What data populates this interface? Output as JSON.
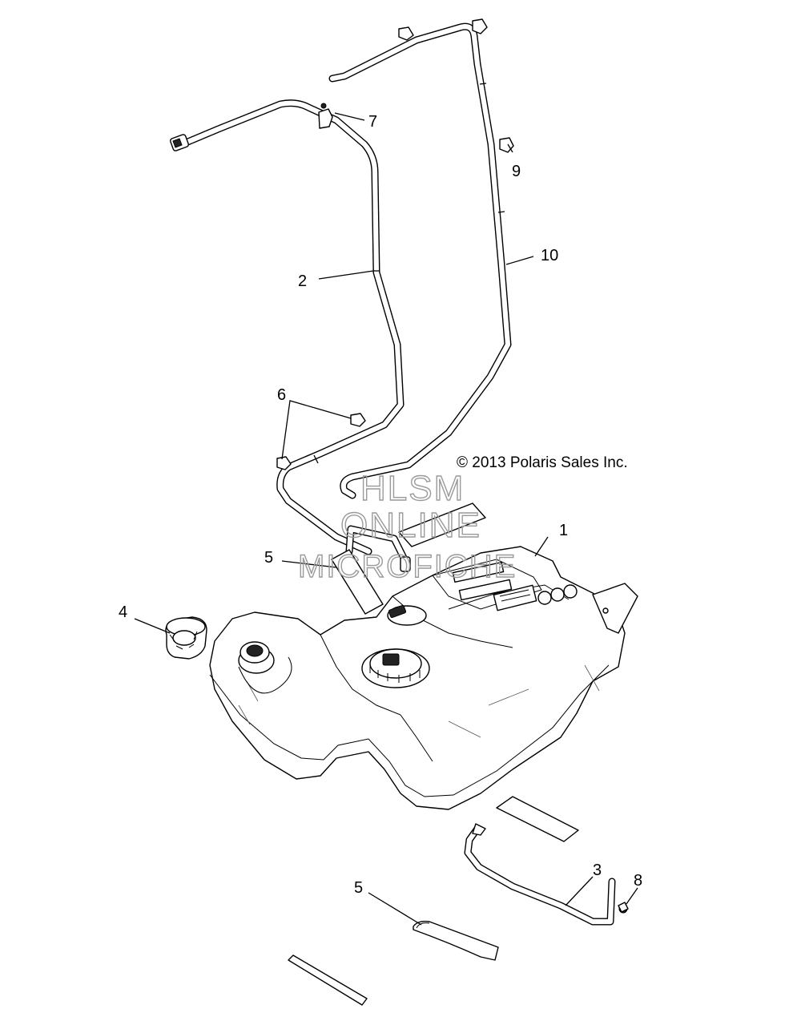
{
  "copyright": "© 2013 Polaris Sales Inc.",
  "watermark": {
    "line1": "HLSM",
    "line2": "ONLINE",
    "line3": "MICROFICHE"
  },
  "callouts": {
    "c1": "1",
    "c2": "2",
    "c3": "3",
    "c4": "4",
    "c5a": "5",
    "c5b": "5",
    "c6": "6",
    "c7": "7",
    "c8": "8",
    "c9": "9",
    "c10": "10"
  }
}
